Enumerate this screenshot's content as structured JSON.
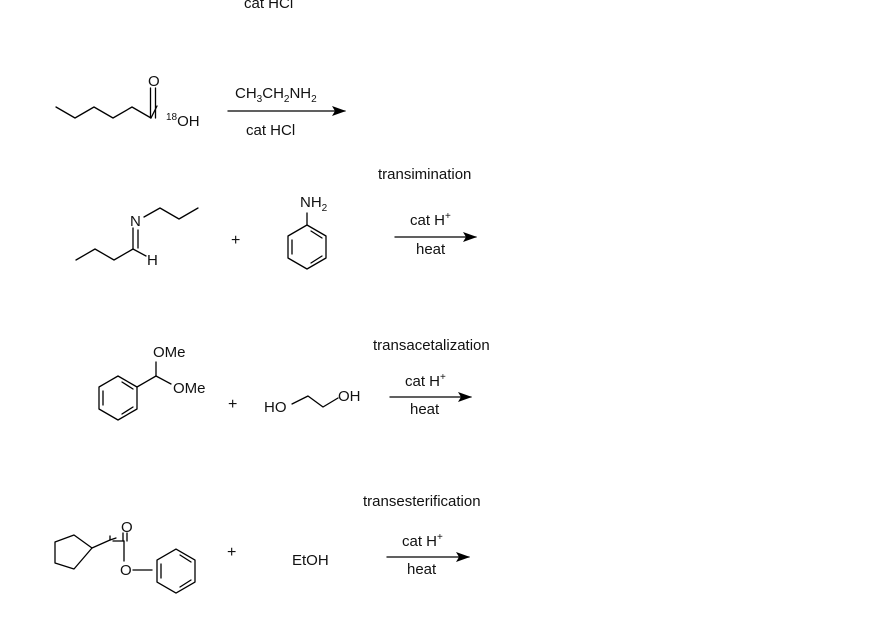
{
  "top_partial": {
    "text": "cat HCl"
  },
  "reactions": [
    {
      "id": "r1",
      "heading": "",
      "reactant1": {
        "atom_o": "O",
        "label_18_sup": "18",
        "label_18_rest": "OH"
      },
      "reagent_above": {
        "p1": "CH",
        "s1": "3",
        "p2": "CH",
        "s2": "2",
        "p3": "NH",
        "s3": "2"
      },
      "reagent_below": "cat HCl"
    },
    {
      "id": "r2",
      "heading": "transimination",
      "reactant1": {
        "atom_n": "N",
        "atom_h": "H"
      },
      "plus": "+",
      "reactant2": {
        "nh": "NH",
        "nh_sub": "2"
      },
      "reagent_above_base": "cat H",
      "reagent_above_sup": "+",
      "reagent_below": "heat"
    },
    {
      "id": "r3",
      "heading": "transacetalization",
      "reactant1": {
        "ome1": "OMe",
        "ome2": "OMe"
      },
      "plus": "+",
      "reactant2": {
        "ho": "HO",
        "oh": "OH"
      },
      "reagent_above_base": "cat H",
      "reagent_above_sup": "+",
      "reagent_below": "heat"
    },
    {
      "id": "r4",
      "heading": "transesterification",
      "reactant1": {
        "o_carbonyl": "O",
        "o_ester": "O"
      },
      "plus": "+",
      "reactant2": "EtOH",
      "reagent_above_base": "cat H",
      "reagent_above_sup": "+",
      "reagent_below": "heat"
    }
  ]
}
